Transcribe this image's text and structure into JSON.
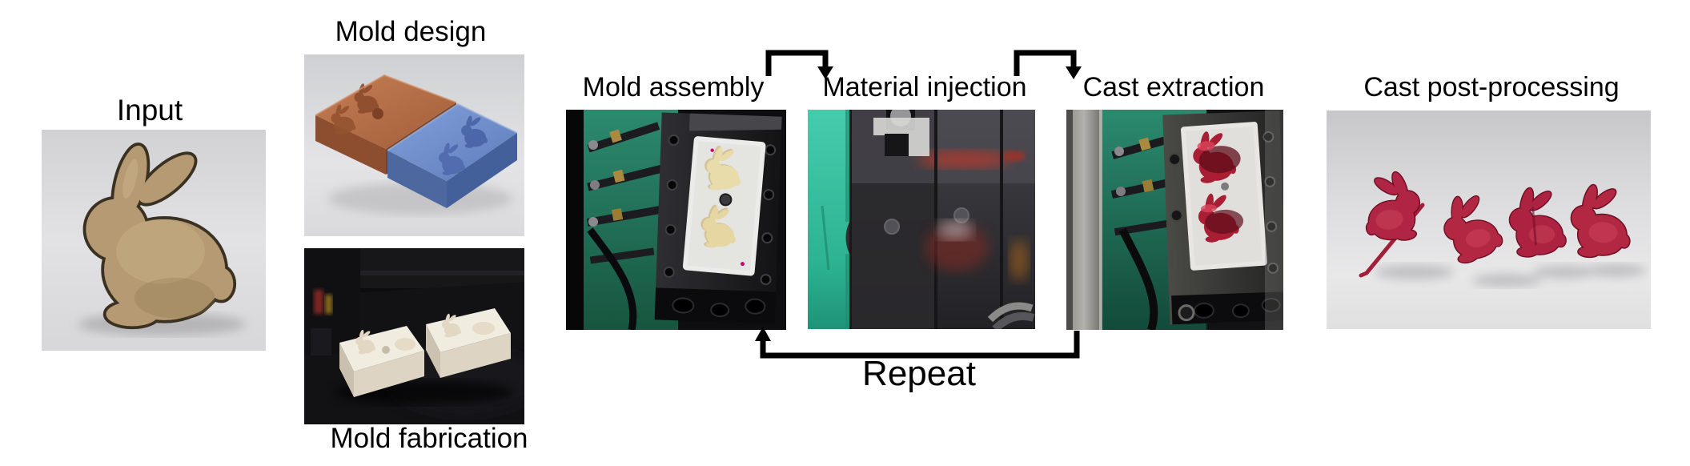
{
  "labels": {
    "input": "Input",
    "mold_design": "Mold design",
    "mold_fabrication": "Mold fabrication",
    "mold_assembly": "Mold assembly",
    "material_injection": "Material injection",
    "cast_extraction": "Cast extraction",
    "cast_post_processing": "Cast post-processing",
    "repeat": "Repeat"
  },
  "colors": {
    "background": "#ffffff",
    "text": "#000000",
    "arrow": "#000000",
    "input_bunny_tan": "#b59a73",
    "mold_orange": "#b06a45",
    "mold_blue": "#6d8cc9",
    "mold_cream": "#f1ece0",
    "machine_teal": "#2fbfa0",
    "cast_red": "#b02440"
  }
}
